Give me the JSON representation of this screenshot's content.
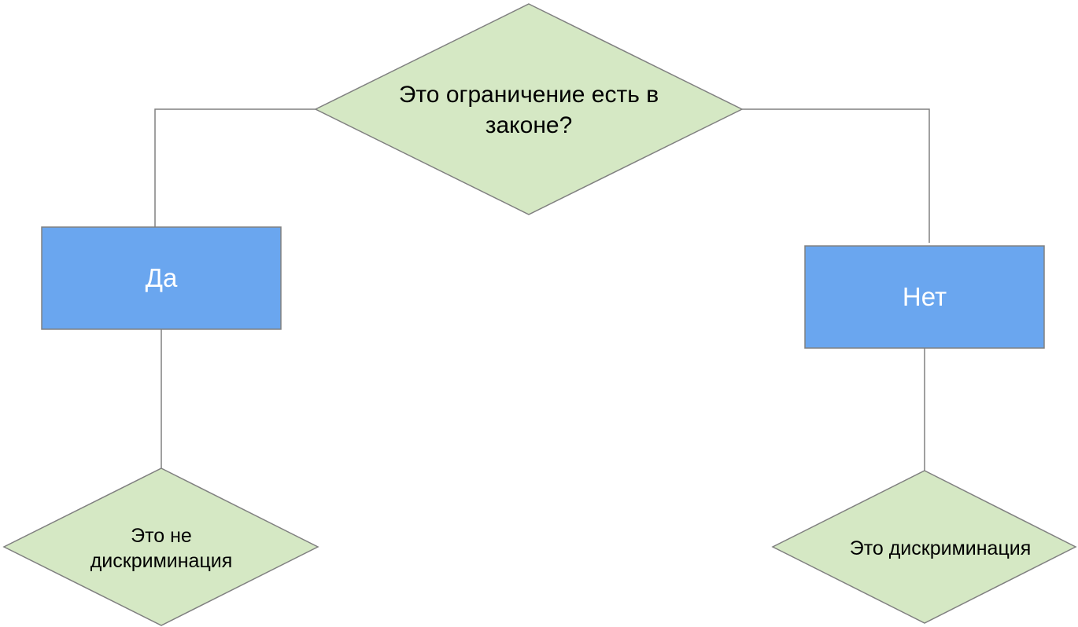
{
  "diagram": {
    "colors": {
      "decision_fill": "#d5e8c4",
      "decision_stroke": "#808080",
      "answer_fill": "#6aa6ef",
      "answer_stroke": "#808080",
      "connector": "#808080",
      "answer_text": "#ffffff",
      "decision_text": "#000000"
    },
    "nodes": {
      "question": {
        "shape": "diamond",
        "text": "Это ограничение есть в законе?"
      },
      "yes": {
        "shape": "rectangle",
        "text": "Да"
      },
      "no": {
        "shape": "rectangle",
        "text": "Нет"
      },
      "not_discrimination": {
        "shape": "diamond",
        "text": "Это не дискриминация"
      },
      "discrimination": {
        "shape": "diamond",
        "text": "Это дискриминация"
      }
    },
    "edges": [
      {
        "from": "question",
        "to": "yes"
      },
      {
        "from": "question",
        "to": "no"
      },
      {
        "from": "yes",
        "to": "not_discrimination"
      },
      {
        "from": "no",
        "to": "discrimination"
      }
    ]
  }
}
